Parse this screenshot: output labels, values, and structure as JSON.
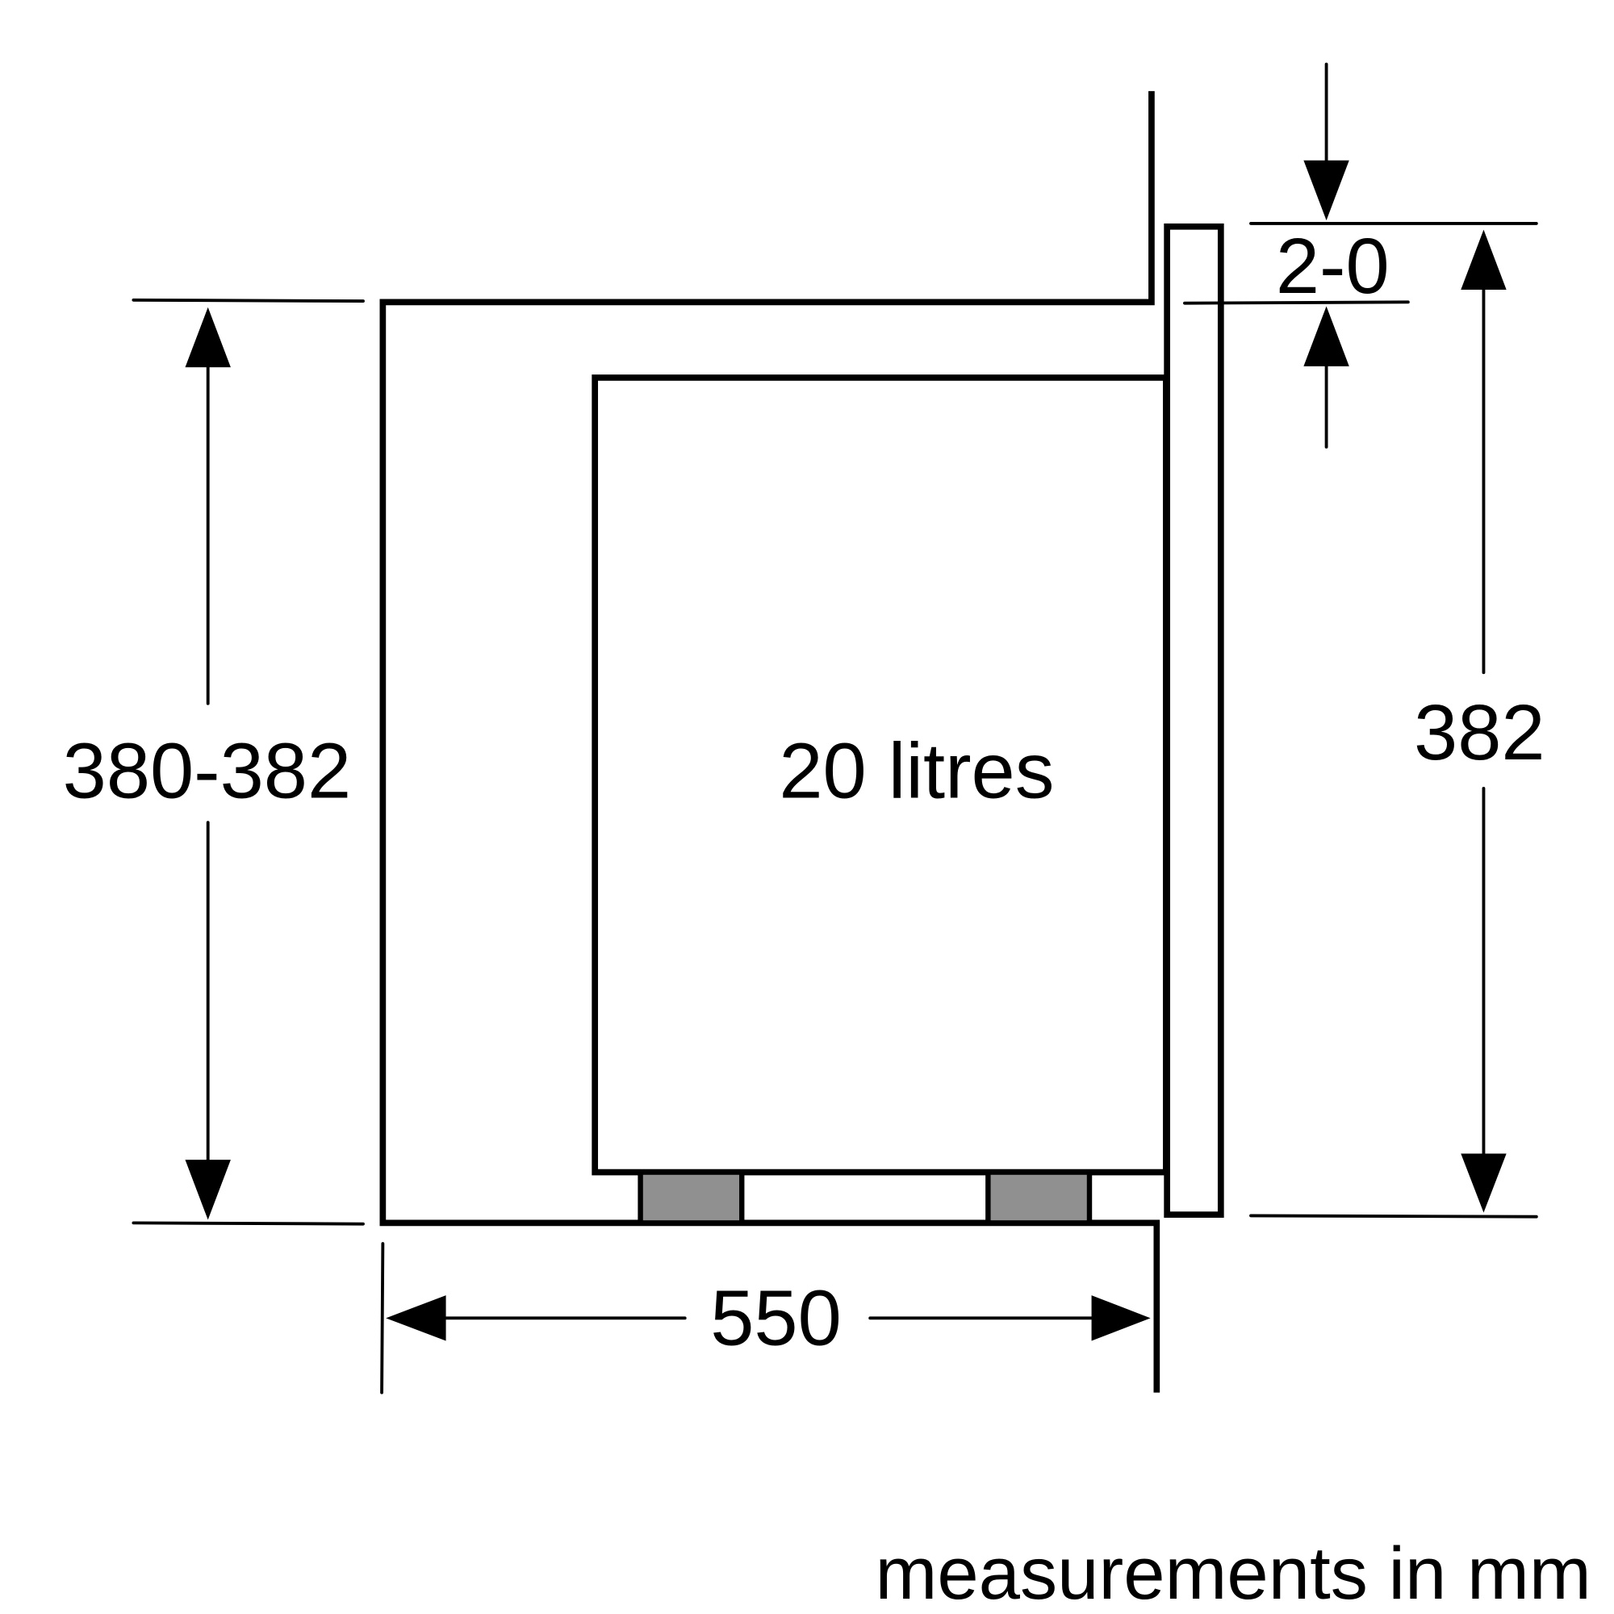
{
  "labels": {
    "cabinet_height": "380-382",
    "capacity": "20 litres",
    "depth": "550",
    "gap": "2-0",
    "front_height": "382",
    "units_note": "measurements in mm"
  },
  "colors": {
    "line": "#000000",
    "feet": "#909090",
    "background": "#ffffff"
  }
}
